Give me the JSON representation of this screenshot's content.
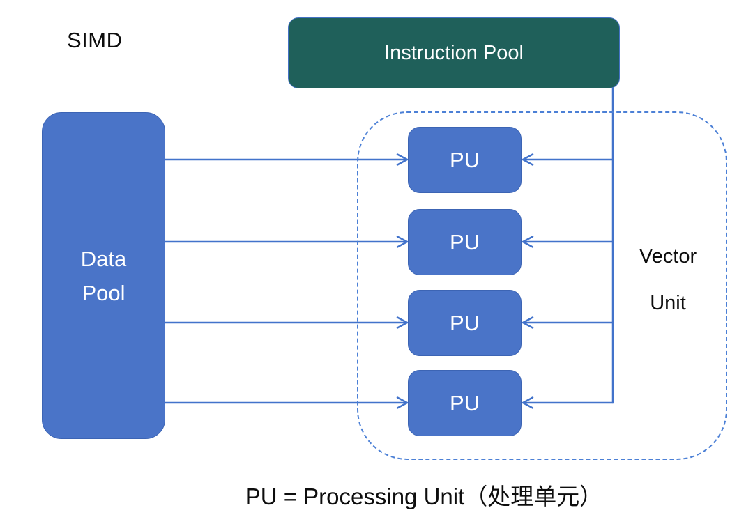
{
  "diagram": {
    "title": "SIMD",
    "instruction_pool": {
      "label": "Instruction Pool"
    },
    "data_pool": {
      "line1": "Data",
      "line2": "Pool"
    },
    "vector_unit": {
      "line1": "Vector",
      "line2": "Unit"
    },
    "processing_units": [
      {
        "label": "PU"
      },
      {
        "label": "PU"
      },
      {
        "label": "PU"
      },
      {
        "label": "PU"
      }
    ],
    "caption": "PU = Processing Unit（处理单元）",
    "colors": {
      "instruction_pool_fill": "#1F605A",
      "unit_fill": "#4A74C8",
      "unit_border": "#3C64B4",
      "connector_blue": "#4273CB",
      "dashed_border_blue": "#4C80D6",
      "text_dark": "#0D0D0D",
      "text_light": "#FFFFFF"
    }
  }
}
